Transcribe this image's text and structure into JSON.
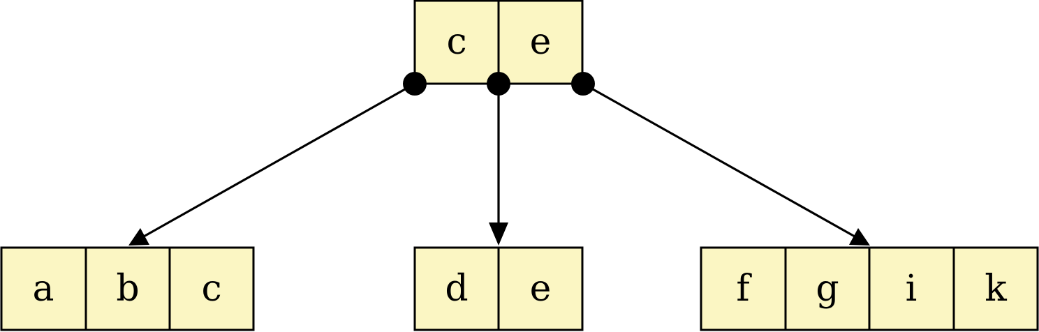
{
  "colors": {
    "cell_fill": "#FBF6C3",
    "stroke": "#000000",
    "background": "#FFFFFF"
  },
  "tree": {
    "root": {
      "keys": [
        "c",
        "e"
      ]
    },
    "children": [
      {
        "keys": [
          "a",
          "b",
          "c"
        ]
      },
      {
        "keys": [
          "d",
          "e"
        ]
      },
      {
        "keys": [
          "f",
          "g",
          "i",
          "k"
        ]
      }
    ],
    "edges": [
      {
        "from": "root",
        "to": "children.0"
      },
      {
        "from": "root",
        "to": "children.1"
      },
      {
        "from": "root",
        "to": "children.2"
      }
    ]
  }
}
